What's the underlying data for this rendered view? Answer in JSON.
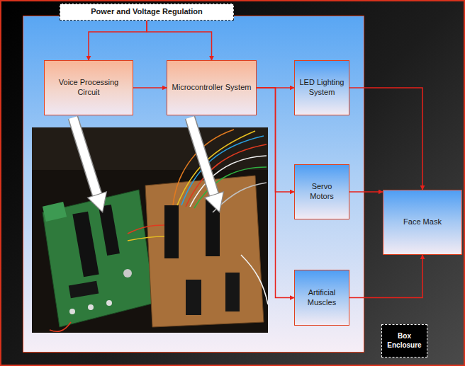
{
  "diagram": {
    "nodes": [
      {
        "text": [
          "Power and Voltage Regulation"
        ]
      },
      {
        "text": [
          "Voice Processing Circuit"
        ]
      },
      {
        "text": [
          "Microcontroller System"
        ]
      },
      {
        "text": [
          "LED Lighting System"
        ]
      },
      {
        "text": [
          "Servo Motors"
        ]
      },
      {
        "text": [
          "Artificial Muscles"
        ]
      },
      {
        "text": [
          "Face Mask"
        ]
      },
      {
        "text": [
          "Box Enclosure"
        ]
      }
    ],
    "edges": [
      {
        "from": 0,
        "to": 1,
        "arrow": "to"
      },
      {
        "from": 0,
        "to": 2,
        "arrow": "to"
      },
      {
        "from": 1,
        "to": 2,
        "arrow": "to"
      },
      {
        "from": 2,
        "to": 3,
        "arrow": "to"
      },
      {
        "from": 2,
        "to": 4,
        "arrow": "to"
      },
      {
        "from": 2,
        "to": 5,
        "arrow": "to"
      },
      {
        "from": 3,
        "to": 6,
        "arrow": "to"
      },
      {
        "from": 4,
        "to": 6,
        "arrow": "to"
      },
      {
        "from": 5,
        "to": 6,
        "arrow": "to"
      }
    ]
  }
}
